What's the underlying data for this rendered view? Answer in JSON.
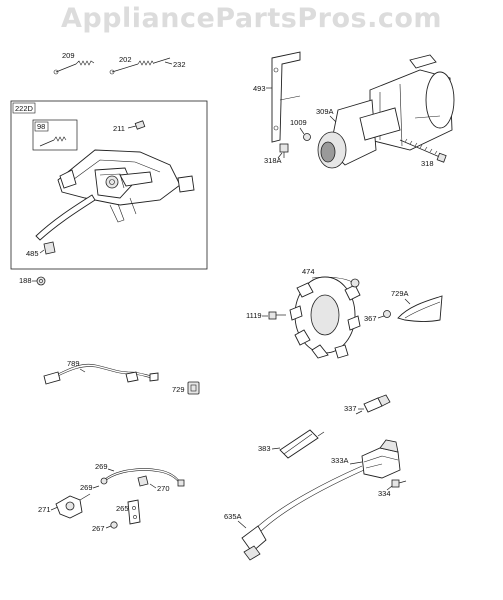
{
  "watermark": "AppliancePartsPros.com",
  "labels": {
    "p209": "209",
    "p202": "202",
    "p232": "232",
    "p222D": "222D",
    "p98": "98",
    "p211": "211",
    "p485": "485",
    "p188": "188",
    "p493": "493",
    "p309A": "309A",
    "p1009": "1009",
    "p318A": "318A",
    "p318": "318",
    "p474": "474",
    "p729A": "729A",
    "p1119": "1119",
    "p367": "367",
    "p789": "789",
    "p729": "729",
    "p337": "337",
    "p383": "383",
    "p333A": "333A",
    "p334": "334",
    "p635A": "635A",
    "p269a": "269",
    "p269b": "269",
    "p270": "270",
    "p271": "271",
    "p265": "265",
    "p267": "267"
  }
}
